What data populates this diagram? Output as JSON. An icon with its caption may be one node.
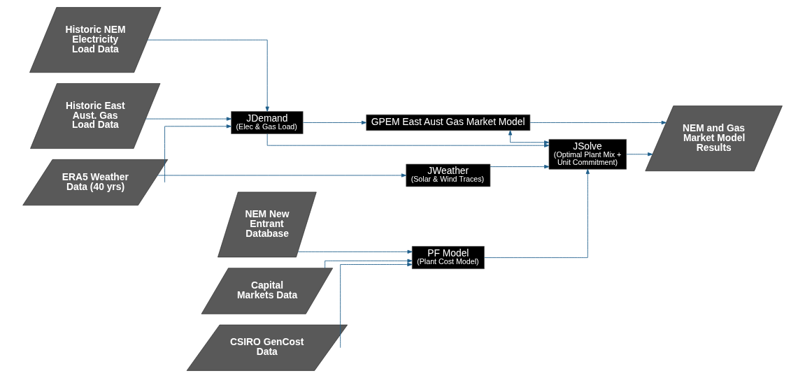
{
  "diagram": {
    "nodes": [
      {
        "text": [
          "Historic NEM Electricity Load Data"
        ]
      },
      {
        "text": [
          "Historic East Aust. Gas Load Data"
        ]
      },
      {
        "text": [
          "ERA5 Weather Data (40 yrs)"
        ]
      },
      {
        "text": [
          "JDemand",
          "(Elec & Gas Load)"
        ]
      },
      {
        "text": [
          "JWeather",
          "(Solar & Wind Traces)"
        ]
      },
      {
        "text": [
          "GPEM East Aust Gas Market Model"
        ]
      },
      {
        "text": [
          "JSolve",
          "(Optimal Plant Mix + Unit Commitment)"
        ]
      },
      {
        "text": [
          "PF Model",
          "(Plant Cost Model)"
        ]
      },
      {
        "text": [
          "NEM New Entrant Database"
        ]
      },
      {
        "text": [
          "Capital Markets Data"
        ]
      },
      {
        "text": [
          "CSIRO GenCost Data"
        ]
      },
      {
        "text": [
          "NEM and Gas Market Model Results"
        ]
      }
    ],
    "edges": [
      {
        "from": 0,
        "to": 3,
        "arrow": "to"
      },
      {
        "from": 1,
        "to": 3,
        "arrow": "to"
      },
      {
        "from": 2,
        "to": 3,
        "arrow": "to"
      },
      {
        "from": 2,
        "to": 4,
        "arrow": "to"
      },
      {
        "from": 3,
        "to": 5,
        "arrow": "to"
      },
      {
        "from": 3,
        "to": 6,
        "arrow": "to"
      },
      {
        "from": 4,
        "to": 6,
        "arrow": "to"
      },
      {
        "from": 5,
        "to": 6,
        "arrow": "both"
      },
      {
        "from": 7,
        "to": 6,
        "arrow": "to"
      },
      {
        "from": 8,
        "to": 7,
        "arrow": "to"
      },
      {
        "from": 9,
        "to": 7,
        "arrow": "to"
      },
      {
        "from": 10,
        "to": 7,
        "arrow": "to"
      },
      {
        "from": 5,
        "to": 11,
        "arrow": "to"
      },
      {
        "from": 6,
        "to": 11,
        "arrow": "to"
      }
    ]
  }
}
